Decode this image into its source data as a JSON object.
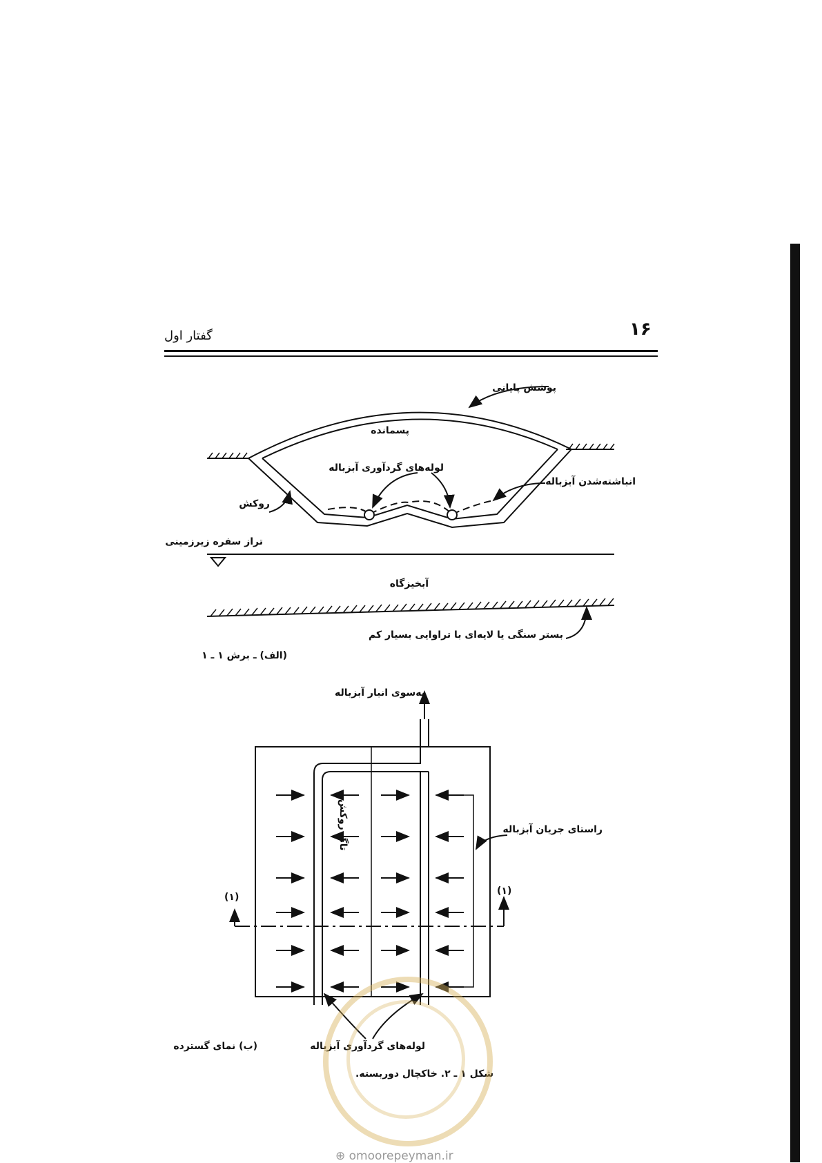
{
  "header": {
    "page_number": "۱۶",
    "chapter": "گفتار اول"
  },
  "section": {
    "top_cover": "پوشش پایانی",
    "waste": "پسمانده",
    "collection_pipes": "لوله‌های گردآوری آبزباله",
    "leachate_accumulation": "انباشته‌شدن آبزباله",
    "liner": "روکش",
    "water_table": "تراز سفره زیرزمینی",
    "aquifer": "آبخیزگاه",
    "bedrock": "بستر سنگی یا لایه‌ای با تراوایی بسیار کم",
    "caption": "(الف) ـ برش ۱ ـ ۱"
  },
  "plan": {
    "to_storage": "به‌سوی انبار آبزباله",
    "flow_direction": "راستای جریان آبزباله",
    "liner_slope": "تاگ روکش",
    "section_mark_left": "(۱)",
    "section_mark_right": "(۱)",
    "collection_pipes": "لوله‌های گردآوری آبزباله",
    "caption": "(ب) نمای گسترده"
  },
  "figure_caption": "شکل ۱ ـ ۲. خاکچال دوربسته.",
  "footer": {
    "site": "omoorepeyman.ir",
    "site_icon": "globe-icon"
  }
}
